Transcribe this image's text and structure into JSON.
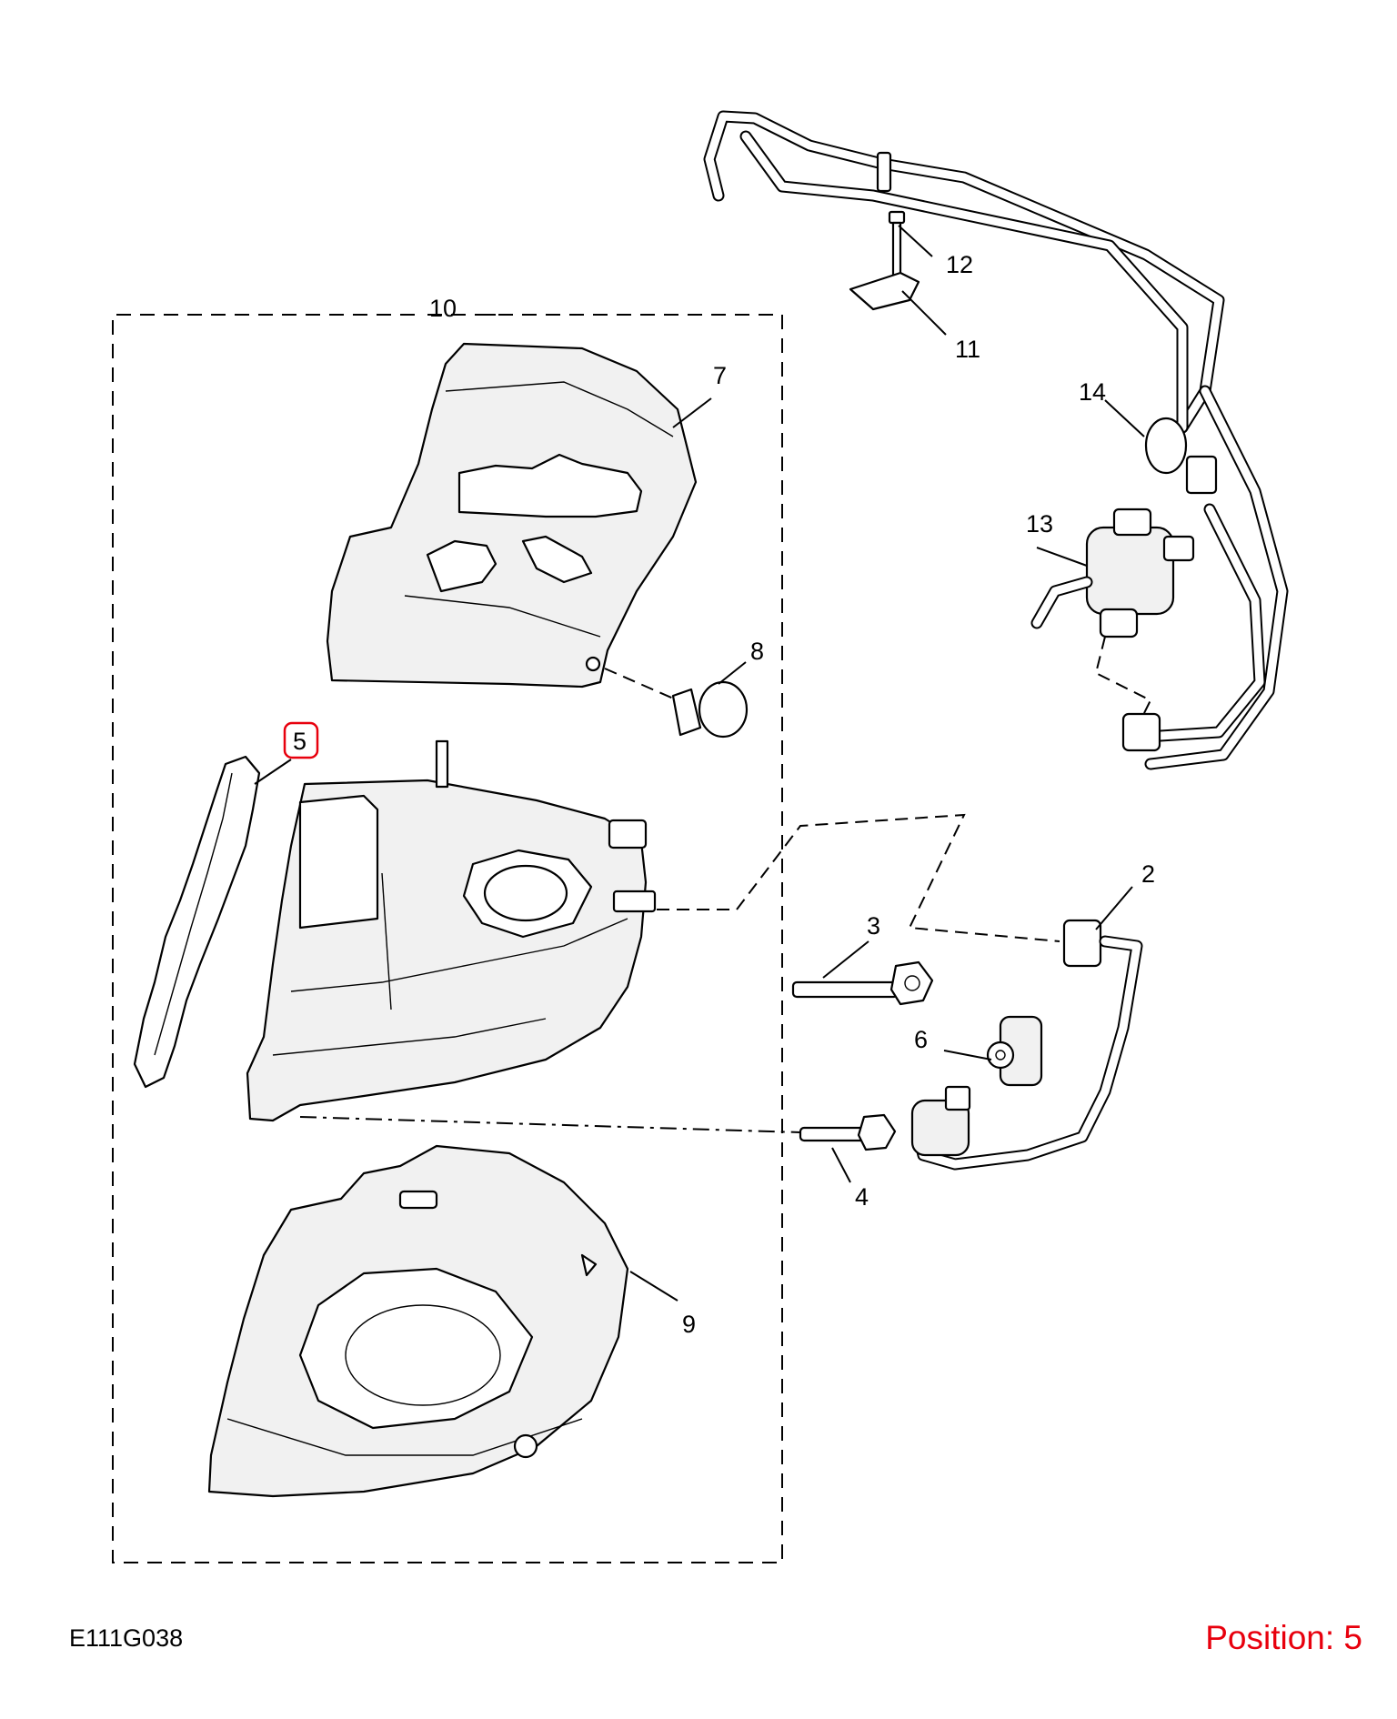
{
  "diagram": {
    "reference_code": "E111G038",
    "position_label": "Position: 5",
    "highlight_color": "#e8000d",
    "callouts": {
      "c1": "2",
      "c2": "3",
      "c3": "4",
      "c4": "5",
      "c5": "6",
      "c6": "7",
      "c7": "8",
      "c8": "9",
      "c9": "10",
      "c10": "11",
      "c11": "12",
      "c12": "13",
      "c13": "14"
    }
  }
}
